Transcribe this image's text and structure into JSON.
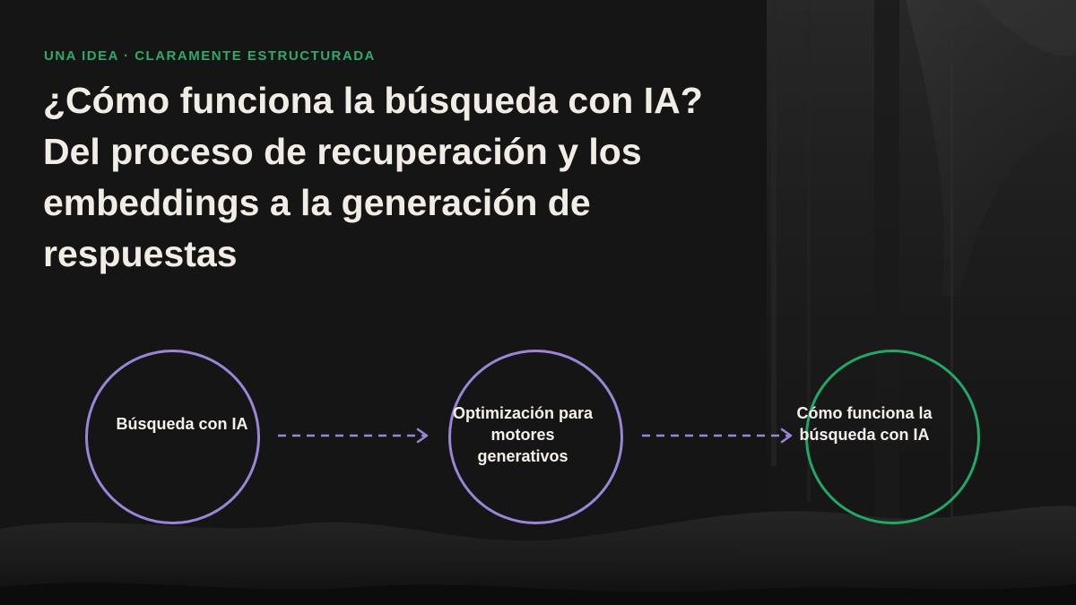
{
  "slide": {
    "eyebrow": "UNA IDEA · CLARAMENTE ESTRUCTURADA",
    "title": "¿Cómo funciona la búsqueda con IA? Del proceso de recuperación y los embeddings a la generación de respuestas"
  },
  "diagram": {
    "nodes": [
      {
        "label": "Búsqueda con IA",
        "color": "#9b85d8"
      },
      {
        "label": "Optimización para motores generativos",
        "color": "#9b85d8"
      },
      {
        "label": "Cómo funciona la búsqueda con IA",
        "color": "#22a765"
      }
    ],
    "edges": [
      {
        "from": 0,
        "to": 1,
        "style": "dashed",
        "color": "#9b85d8"
      },
      {
        "from": 1,
        "to": 2,
        "style": "dashed",
        "color": "#9b85d8"
      }
    ]
  },
  "colors": {
    "background": "#151515",
    "accent_green": "#2faa6a",
    "accent_purple": "#9b85d8",
    "title_text": "#f2ede4"
  }
}
